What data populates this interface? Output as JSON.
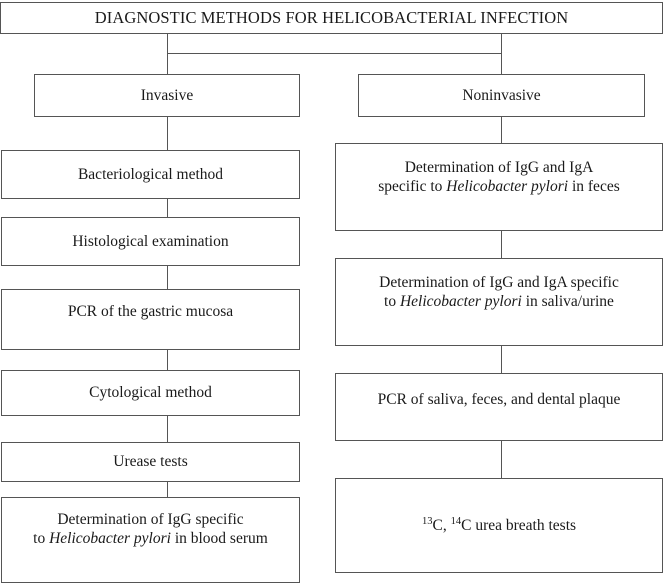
{
  "diagram": {
    "kind": "flowchart",
    "title": "DIAGNOSTIC METHODS FOR HELICOBACTERIAL INFECTION",
    "branches": [
      {
        "id": "invasive",
        "label": "Invasive",
        "methods": [
          {
            "id": "bacteriological-method",
            "text": "Bacteriological method"
          },
          {
            "id": "histological-examination",
            "text": "Histological examination"
          },
          {
            "id": "pcr-gastric-mucosa",
            "text": "PCR of the gastric mucosa"
          },
          {
            "id": "cytological-method",
            "text": "Cytological method"
          },
          {
            "id": "urease-tests",
            "text": "Urease tests"
          },
          {
            "id": "igg-blood-serum",
            "line1": "Determination of IgG specific",
            "line2_pre": "to ",
            "line2_italic": "Helicobacter pylori",
            "line2_post": " in blood serum"
          }
        ]
      },
      {
        "id": "noninvasive",
        "label": "Noninvasive",
        "methods": [
          {
            "id": "igg-iga-feces",
            "line1": "Determination of IgG and IgA",
            "line2_pre": "specific to ",
            "line2_italic": "Helicobacter pylori",
            "line2_post": " in feces"
          },
          {
            "id": "igg-iga-saliva-urine",
            "line1": "Determination of IgG and IgA specific",
            "line2_pre": "to ",
            "line2_italic": "Helicobacter pylori",
            "line2_post": " in saliva/urine"
          },
          {
            "id": "pcr-saliva-feces-plaque",
            "text": "PCR of saliva, feces, and dental plaque"
          },
          {
            "id": "urea-breath-tests",
            "isotope1_sup": "13",
            "isotope1": "C,",
            "isotope2_sup": "14",
            "isotope2": "C",
            "tail": " urea breath tests"
          }
        ]
      }
    ],
    "colors": {
      "border": "#555555",
      "background": "#ffffff",
      "text": "#1a1a1a"
    }
  }
}
